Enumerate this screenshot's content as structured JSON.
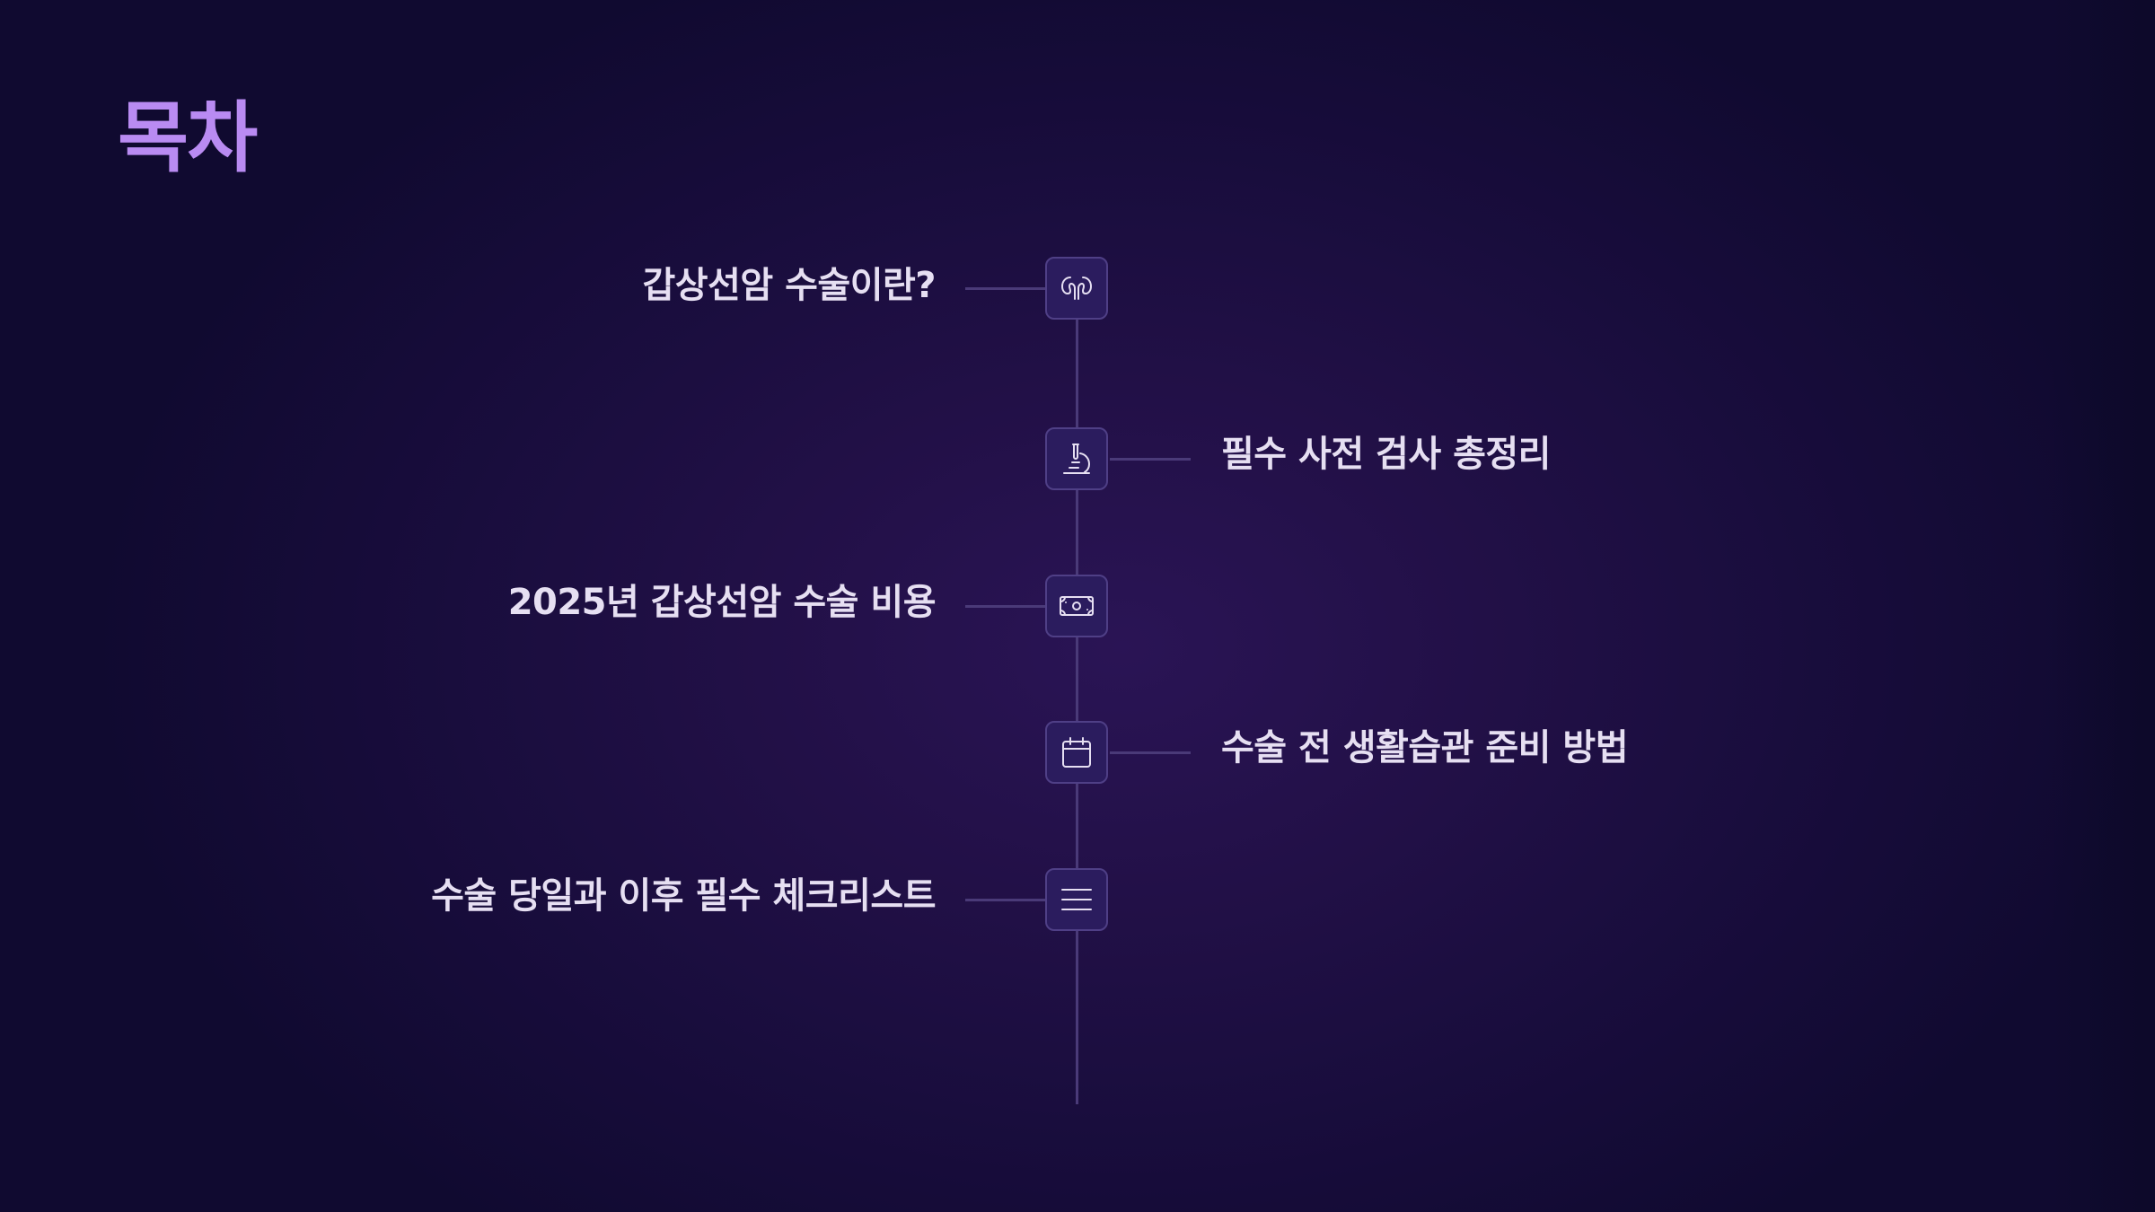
{
  "slide": {
    "title": "목차",
    "colors": {
      "title": "#b98bf2",
      "label": "#e6dff2",
      "line": "#4a3a78",
      "icon_box": "#2b1c5e",
      "background": "#1d0f45"
    }
  },
  "timeline": {
    "items": [
      {
        "label": "갑상선암 수술이란?",
        "icon": "kidneys-icon",
        "side": "left"
      },
      {
        "label": "필수 사전 검사 총정리",
        "icon": "microscope-icon",
        "side": "right"
      },
      {
        "label": "2025년 갑상선암 수술 비용",
        "icon": "banknote-icon",
        "side": "left"
      },
      {
        "label": "수술 전 생활습관 준비 방법",
        "icon": "calendar-icon",
        "side": "right"
      },
      {
        "label": "수술 당일과 이후 필수 체크리스트",
        "icon": "menu-lines-icon",
        "side": "left"
      }
    ]
  }
}
